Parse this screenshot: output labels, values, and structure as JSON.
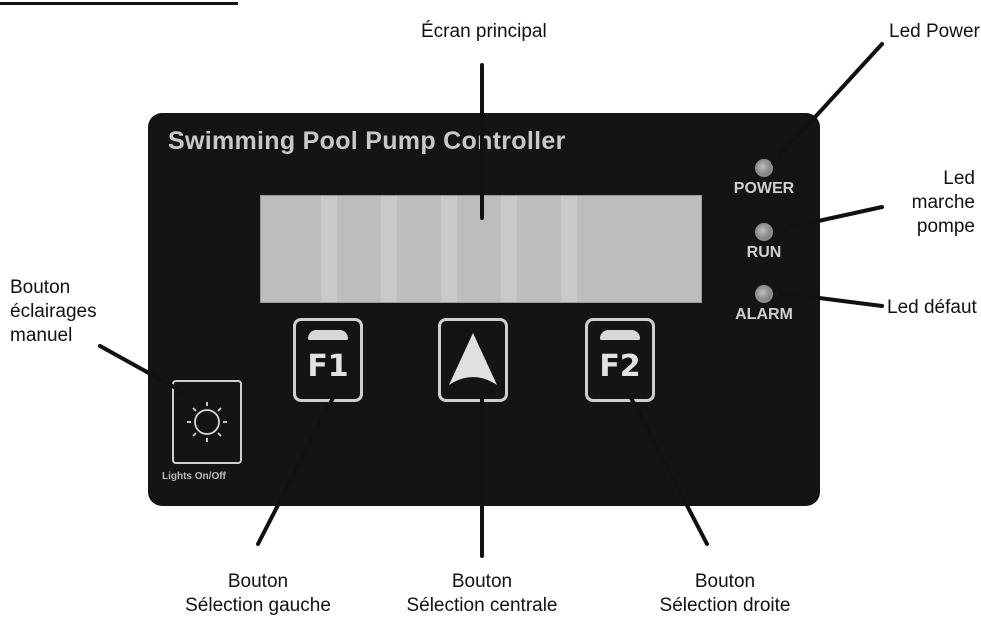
{
  "panel": {
    "title": "Swimming Pool Pump Controller",
    "leds": [
      {
        "label": "POWER"
      },
      {
        "label": "RUN"
      },
      {
        "label": "ALARM"
      }
    ],
    "keys": {
      "left": "F1",
      "right": "F2",
      "center_icon": "up-triangle-icon"
    },
    "lights_button": {
      "icon": "sun-icon",
      "label": "Lights On/Off"
    }
  },
  "callouts": {
    "screen": "Écran principal",
    "led_power": "Led Power",
    "led_run_line1": "Led marche",
    "led_run_line2": "pompe",
    "led_alarm": "Led défaut",
    "lights_line1": "Bouton",
    "lights_line2": "éclairages",
    "lights_line3": "manuel",
    "left_line1": "Bouton",
    "left_line2": "Sélection gauche",
    "center_line1": "Bouton",
    "center_line2": "Sélection centrale",
    "right_line1": "Bouton",
    "right_line2": "Sélection droite"
  }
}
